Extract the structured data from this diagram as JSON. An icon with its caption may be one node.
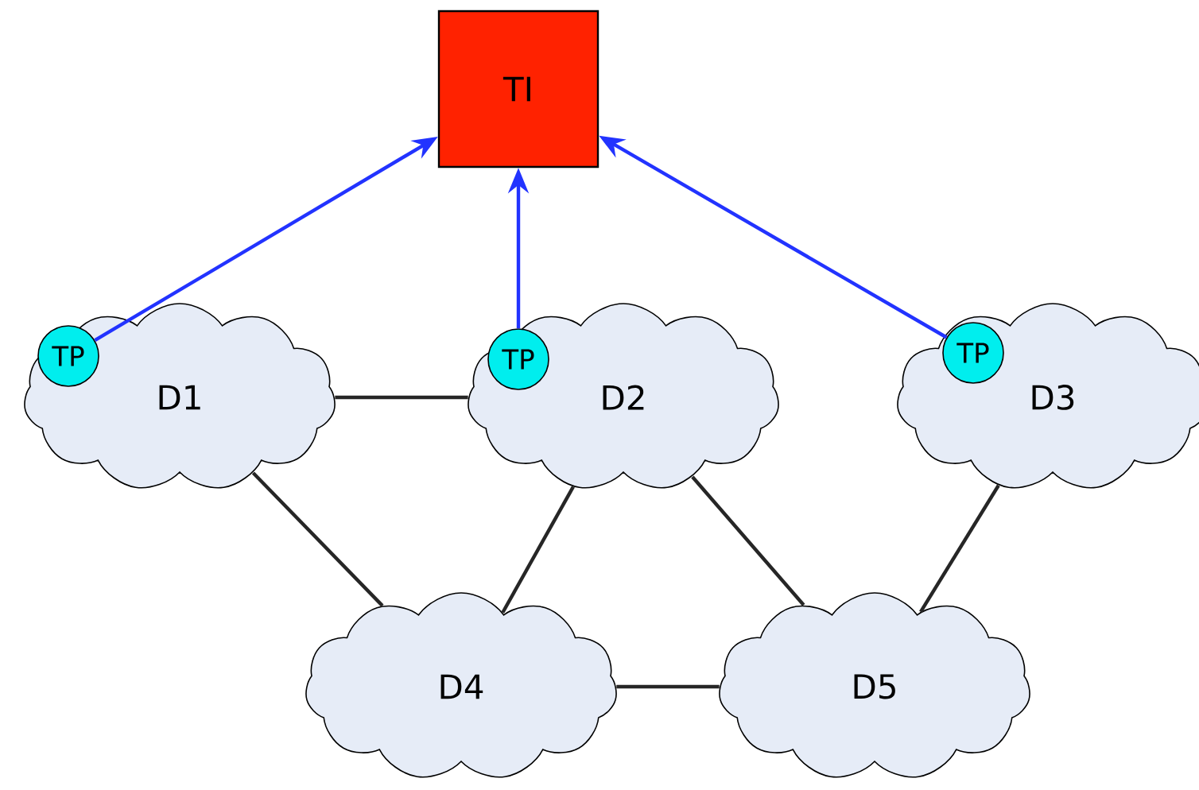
{
  "diagram": {
    "nodes": [
      {
        "text": [
          "TI"
        ]
      },
      {
        "text": [
          "D1"
        ]
      },
      {
        "text": [
          "TP"
        ],
        "in": 1
      },
      {
        "text": [
          "D2"
        ]
      },
      {
        "text": [
          "TP"
        ],
        "in": 3
      },
      {
        "text": [
          "D3"
        ]
      },
      {
        "text": [
          "TP"
        ],
        "in": 5
      },
      {
        "text": [
          "D4"
        ]
      },
      {
        "text": [
          "D5"
        ]
      }
    ],
    "edges": [
      {
        "from": 2,
        "to": 0,
        "arrow": "to",
        "color": "#2233ff"
      },
      {
        "from": 4,
        "to": 0,
        "arrow": "to",
        "color": "#2233ff"
      },
      {
        "from": 6,
        "to": 0,
        "arrow": "to",
        "color": "#2233ff"
      },
      {
        "from": 1,
        "to": 3,
        "arrow": "none"
      },
      {
        "from": 1,
        "to": 7,
        "arrow": "none"
      },
      {
        "from": 3,
        "to": 7,
        "arrow": "none"
      },
      {
        "from": 3,
        "to": 8,
        "arrow": "none"
      },
      {
        "from": 5,
        "to": 8,
        "arrow": "none"
      },
      {
        "from": 7,
        "to": 8,
        "arrow": "none"
      }
    ]
  }
}
